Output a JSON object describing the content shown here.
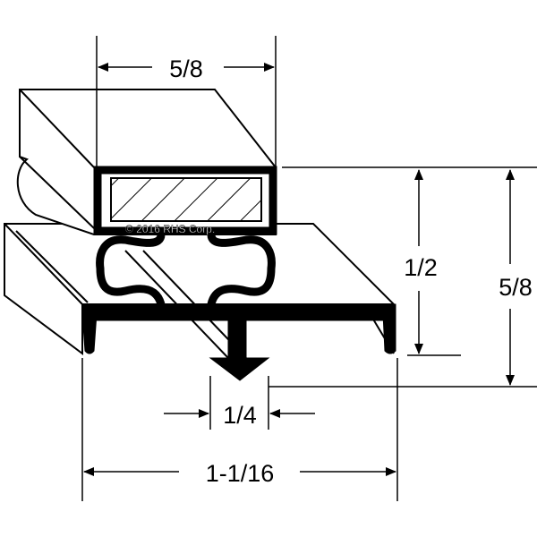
{
  "diagram": {
    "copyright": "© 2016 RHS Corp.",
    "dimensions": {
      "top_width": "5/8",
      "inner_height": "1/2",
      "overall_height": "5/8",
      "dart_width": "1/4",
      "overall_width": "1-1/16"
    }
  }
}
